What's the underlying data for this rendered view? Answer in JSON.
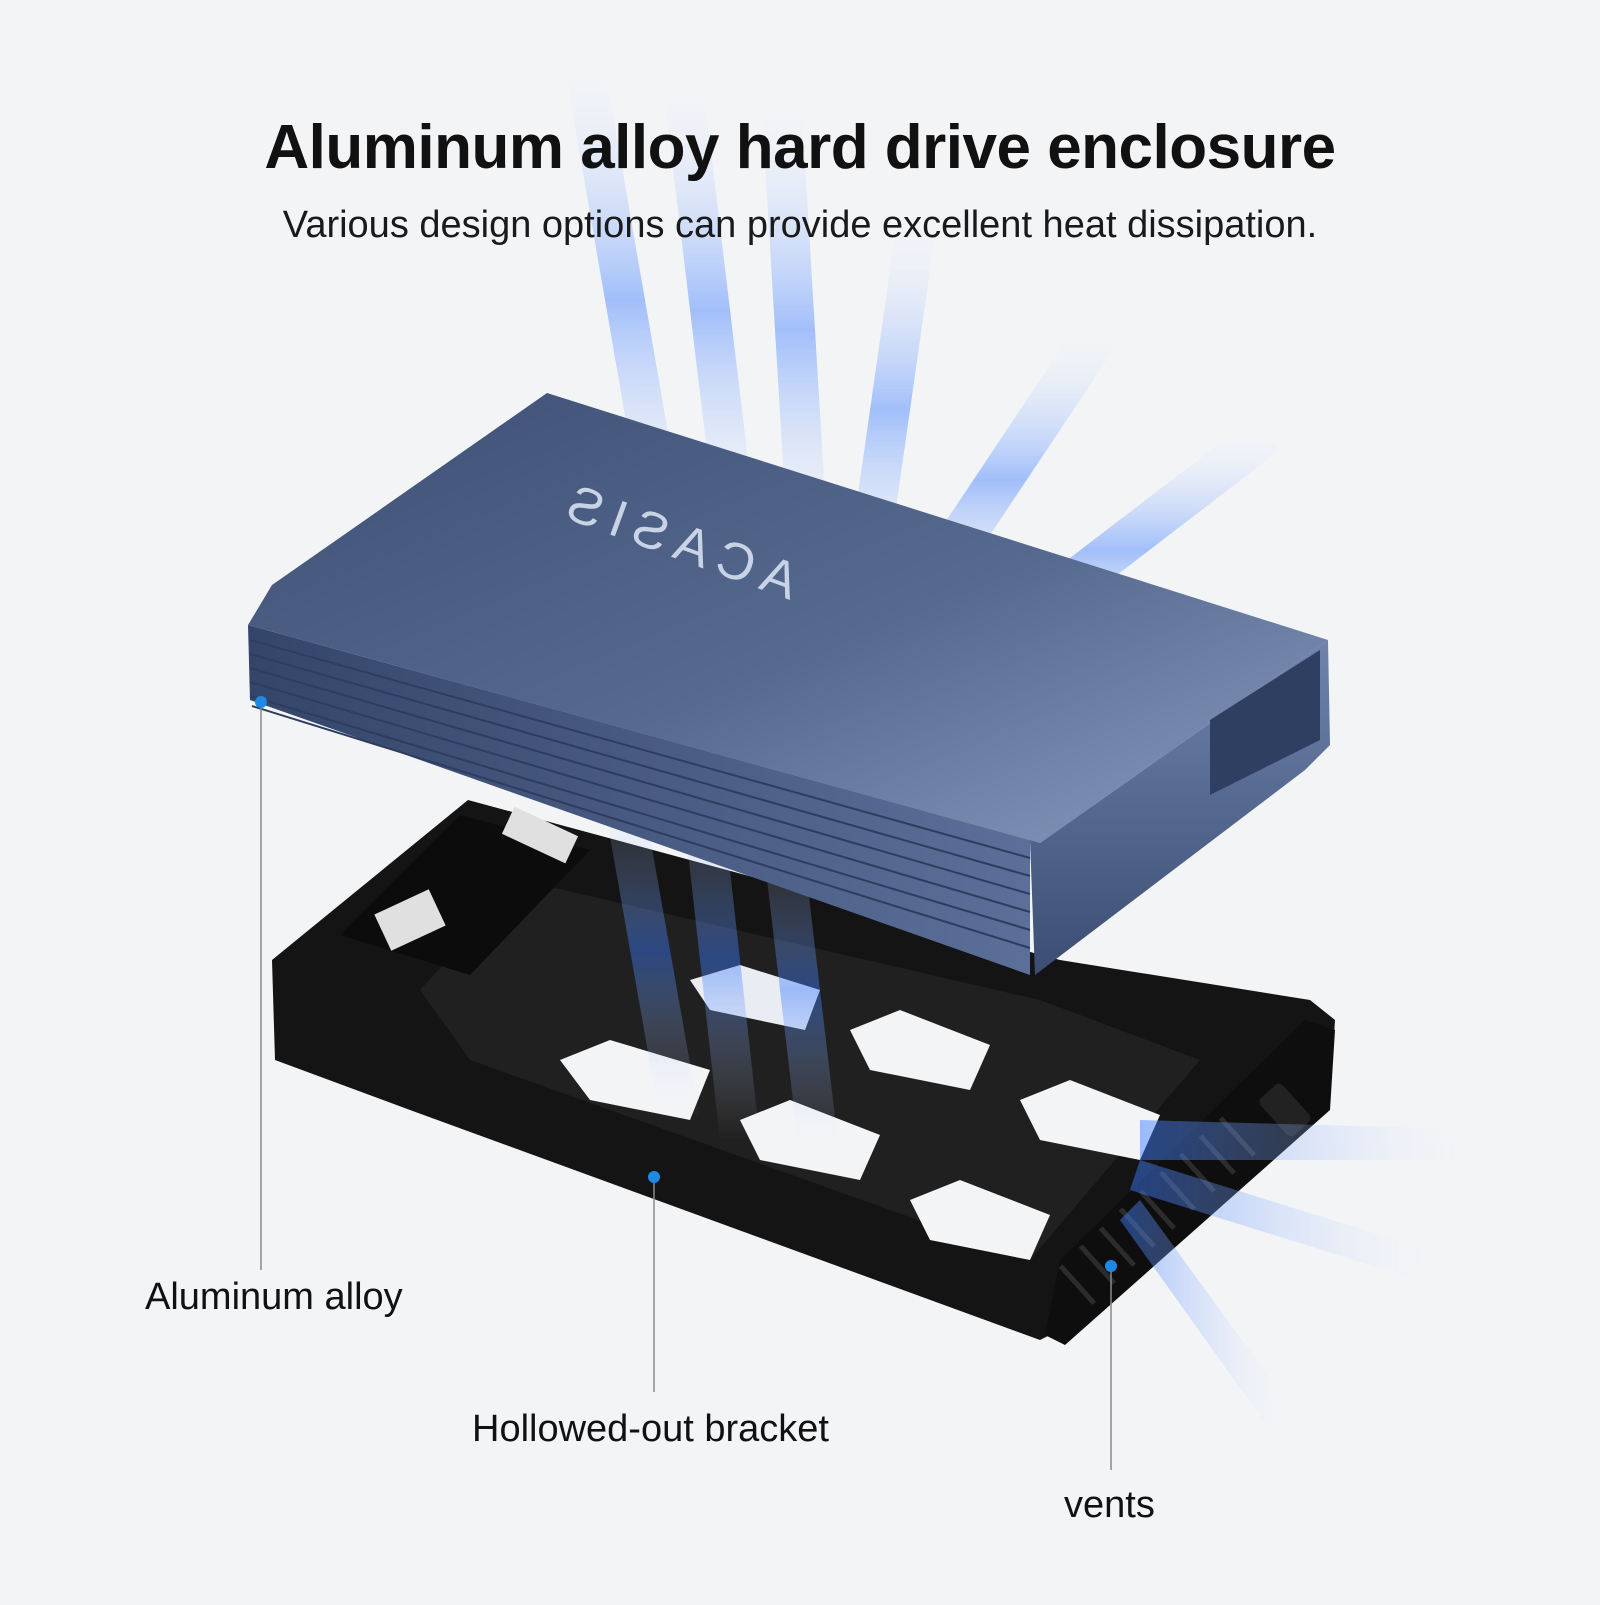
{
  "header": {
    "title": "Aluminum alloy hard drive enclosure",
    "subtitle": "Various design options can provide excellent heat dissipation."
  },
  "product": {
    "brand_logo": "ACASIS"
  },
  "callouts": [
    {
      "label": "Aluminum alloy"
    },
    {
      "label": "Hollowed-out bracket"
    },
    {
      "label": "vents"
    }
  ],
  "colors": {
    "background": "#f3f4f6",
    "enclosure_shell": "#4a5f86",
    "bracket": "#121212",
    "airflow": "#3a7bff",
    "callout_dot": "#1e88e5"
  }
}
